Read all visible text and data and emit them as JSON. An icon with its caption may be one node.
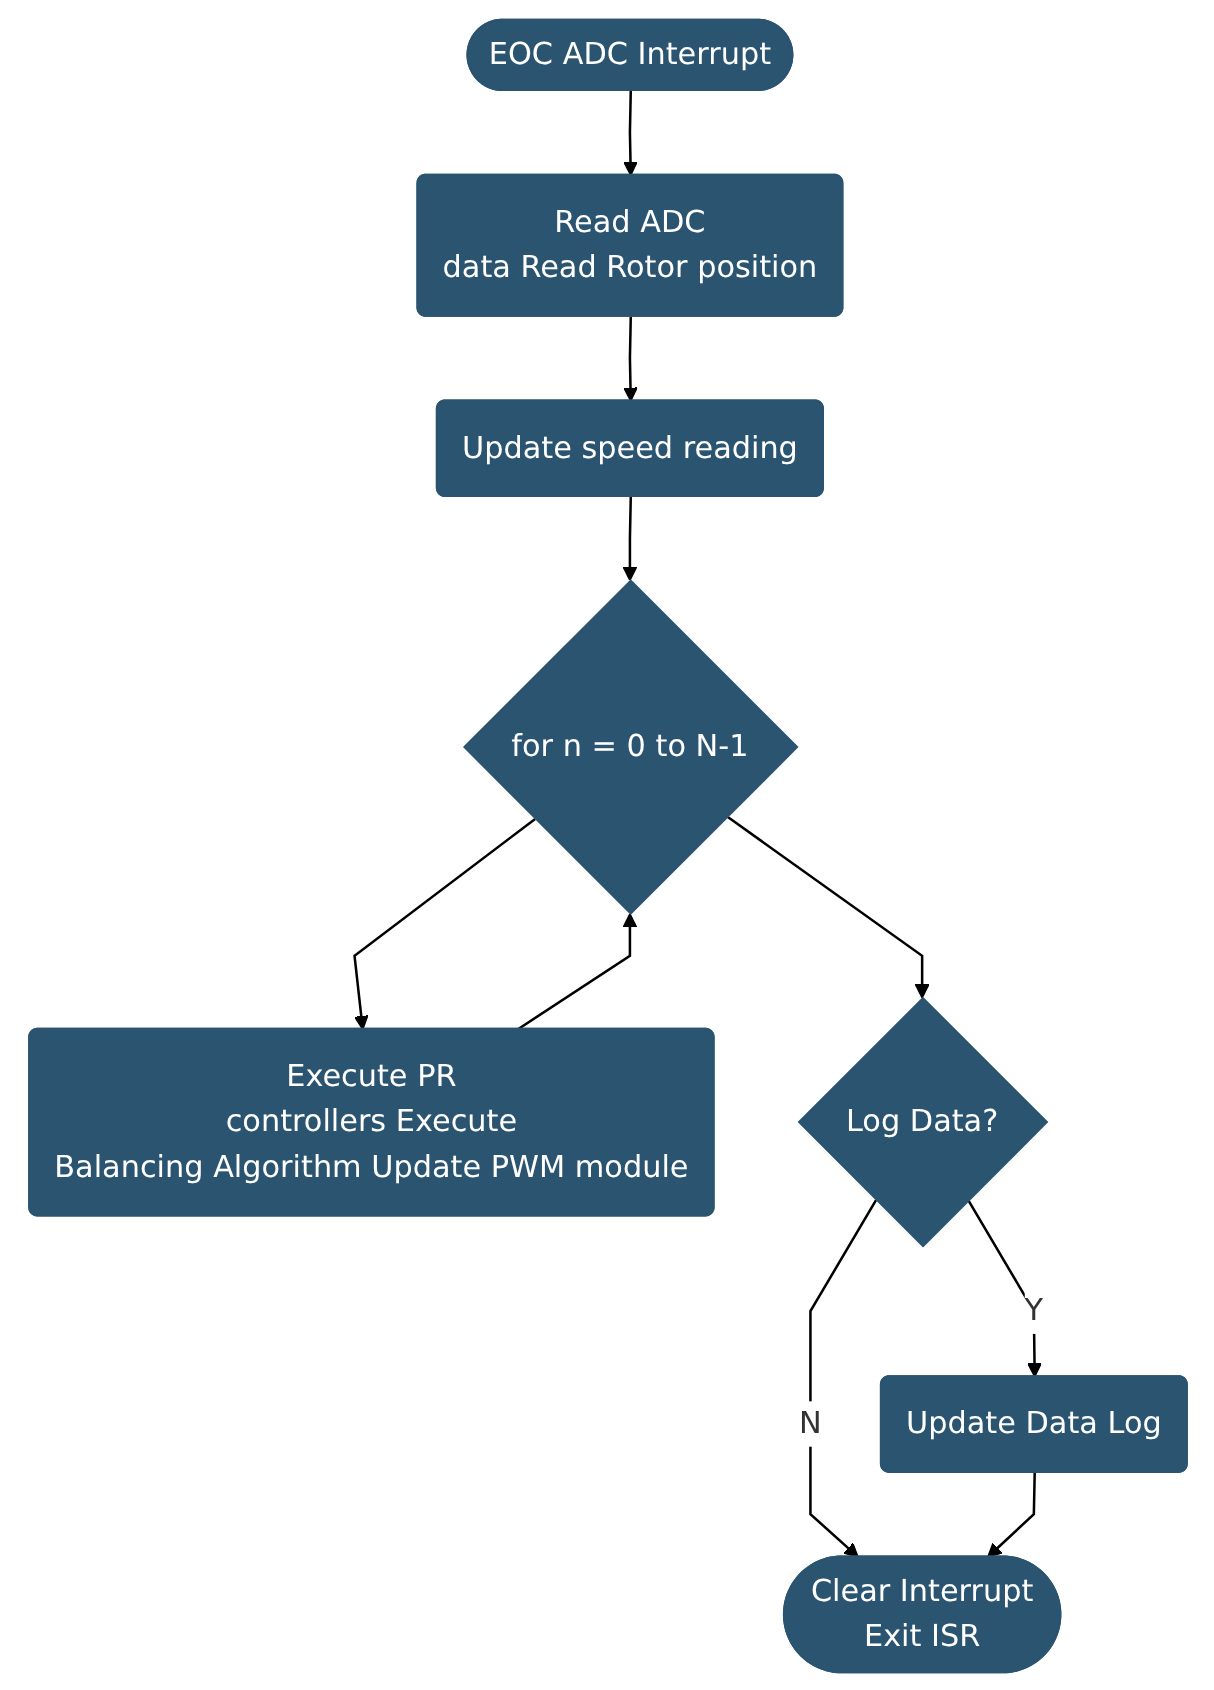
{
  "diagram": {
    "nodes": [
      {
        "text": [
          "EOC ADC Interrupt"
        ]
      },
      {
        "text": [
          "Read ADC data Read Rotor position"
        ]
      },
      {
        "text": [
          "Update speed reading"
        ]
      },
      {
        "text": [
          "for n = 0 to N-1"
        ]
      },
      {
        "text": [
          "Execute PR controllers Execute Balancing Algorithm Update PWM module"
        ]
      },
      {
        "text": [
          "Log Data?"
        ]
      },
      {
        "text": [
          "Update Data Log"
        ]
      },
      {
        "text": [
          "Clear Interrupt Exit ISR"
        ]
      }
    ],
    "edges": [
      {
        "from": 0,
        "to": 1,
        "arrow": "to"
      },
      {
        "from": 1,
        "to": 2,
        "arrow": "to"
      },
      {
        "from": 2,
        "to": 3,
        "arrow": "to"
      },
      {
        "from": 3,
        "to": 4,
        "arrow": "to"
      },
      {
        "from": 4,
        "to": 3,
        "arrow": "to"
      },
      {
        "from": 3,
        "to": 5,
        "arrow": "to"
      },
      {
        "from": 5,
        "to": 6,
        "label": "Y",
        "arrow": "to"
      },
      {
        "from": 5,
        "to": 7,
        "label": "N",
        "arrow": "to"
      },
      {
        "from": 6,
        "to": 7,
        "arrow": "to"
      }
    ]
  }
}
